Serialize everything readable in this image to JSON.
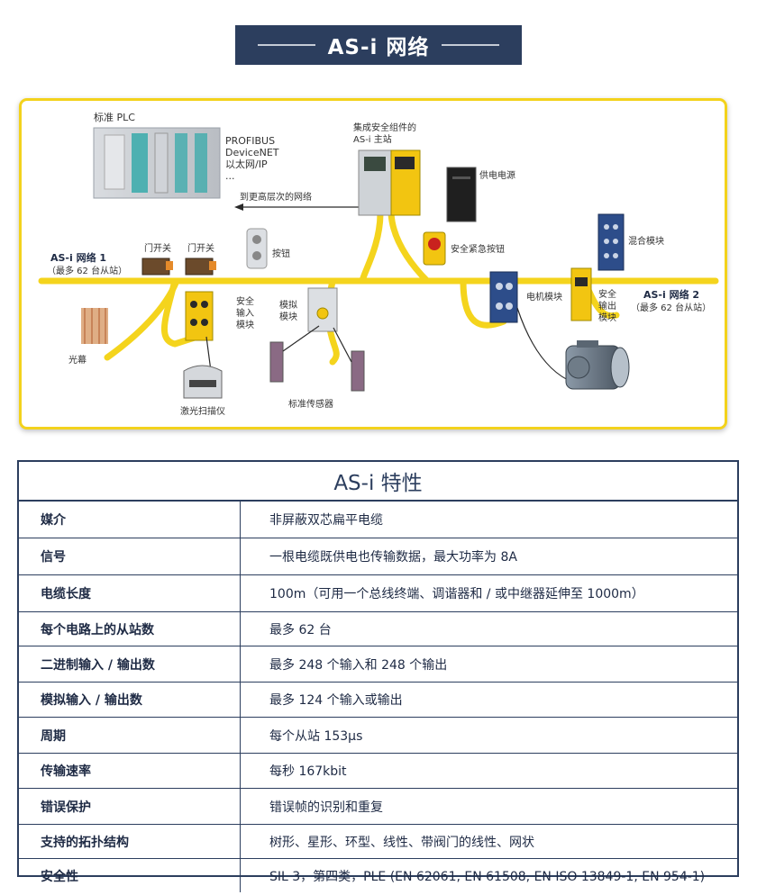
{
  "title": "AS-i 网络",
  "diagram": {
    "plc_label": "标准 PLC",
    "protocols": [
      "PROFIBUS",
      "DeviceNET",
      "以太网/IP",
      "..."
    ],
    "master_label": [
      "集成安全组件的",
      "AS-i 主站"
    ],
    "power_label": "供电电源",
    "higher_network_label": "到更高层次的网络",
    "network1": [
      "AS-i 网络 1",
      "（最多 62 台从站）"
    ],
    "network2": [
      "AS-i 网络 2",
      "（最多 62 台从站）"
    ],
    "door_switch_1": "门开关",
    "door_switch_2": "门开关",
    "button": "按钮",
    "estop": "安全紧急按钮",
    "mixed_module": "混合模块",
    "light_curtain": "光幕",
    "safety_input": [
      "安全",
      "输入",
      "模块"
    ],
    "analog_module": [
      "模拟",
      "模块"
    ],
    "laser_scanner": "激光扫描仪",
    "standard_sensor": "标准传感器",
    "motor_module": "电机模块",
    "safety_output": [
      "安全",
      "输出",
      "模块"
    ]
  },
  "table": {
    "header": "AS-i 特性",
    "rows": [
      {
        "key": "媒介",
        "value": "非屏蔽双芯扁平电缆"
      },
      {
        "key": "信号",
        "value": "一根电缆既供电也传输数据，最大功率为 8A"
      },
      {
        "key": "电缆长度",
        "value": "100m（可用一个总线终端、调谐器和 / 或中继器延伸至 1000m）"
      },
      {
        "key": "每个电路上的从站数",
        "value": "最多 62 台"
      },
      {
        "key": "二进制输入 / 输出数",
        "value": "最多 248 个输入和 248 个输出"
      },
      {
        "key": "模拟输入 / 输出数",
        "value": "最多 124 个输入或输出"
      },
      {
        "key": "周期",
        "value": "每个从站 153µs"
      },
      {
        "key": "传输速率",
        "value": "每秒 167kbit"
      },
      {
        "key": "错误保护",
        "value": "错误帧的识别和重复"
      },
      {
        "key": "支持的拓扑结构",
        "value": "树形、星形、环型、线性、带阀门的线性、网状"
      },
      {
        "key": "安全性",
        "value": "SIL 3，第四类，PLE (EN 62061, EN 61508, EN ISO 13849-1, EN 954-1)"
      }
    ]
  }
}
